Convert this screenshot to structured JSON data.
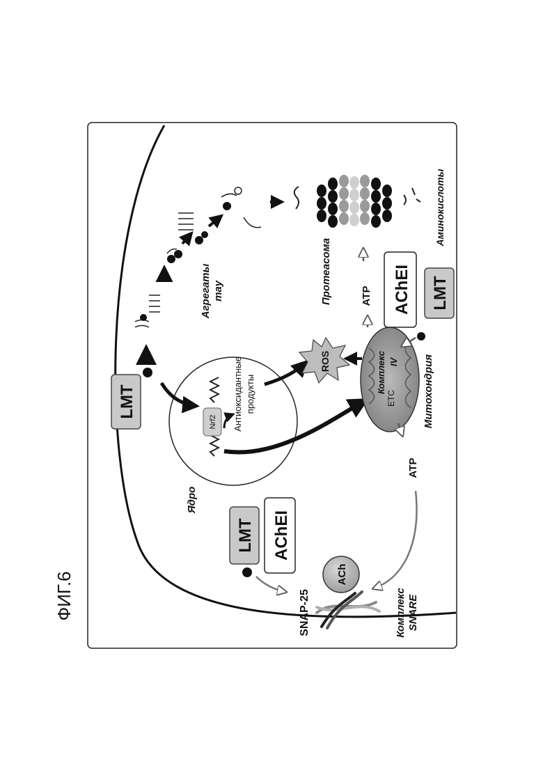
{
  "figure_label": "ФИГ.6",
  "badges": {
    "lmt": "LMT",
    "achei": "AChEI"
  },
  "labels": {
    "nucleus": "Ядро",
    "nrf2": "Nrf2",
    "antioxidant": "Антиоксидантные",
    "products": "продукты",
    "ros": "ROS",
    "tau_line1": "Агрегаты",
    "tau_line2": "тау",
    "proteasome": "Протеасома",
    "atp": "ATP",
    "amino_acids": "Аминокислоты",
    "mito": "Митохондрия",
    "complex_iv_1": "Комплекс",
    "complex_iv_2": "IV",
    "etc": "ETC",
    "ach": "ACh",
    "snap25": "SNAP-25",
    "snare_1": "Комплекс",
    "snare_2": "SNARE"
  }
}
